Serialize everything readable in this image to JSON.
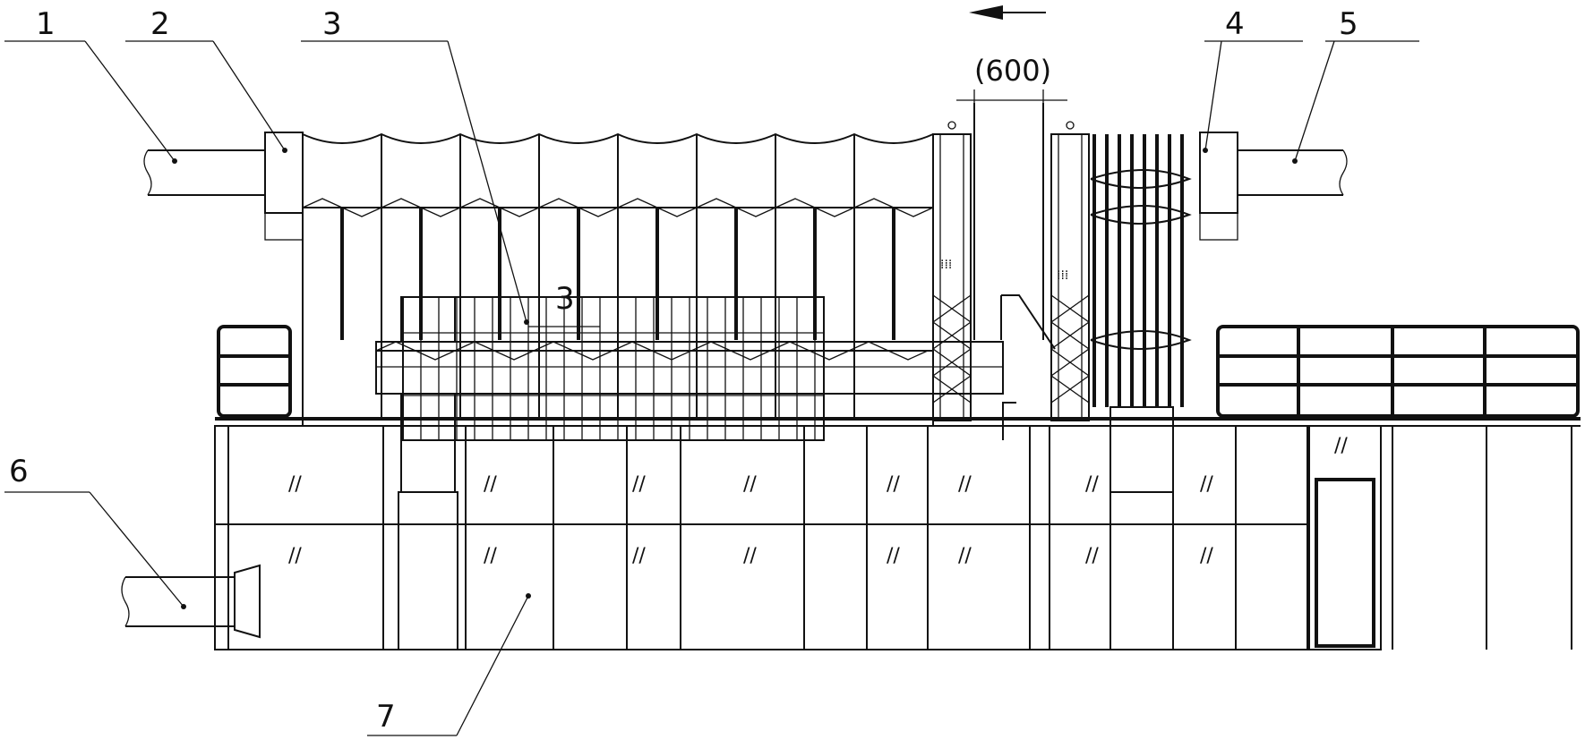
{
  "labels": {
    "l1": "1",
    "l2": "2",
    "l3": "3",
    "l4": "4",
    "l5": "5",
    "l6": "6",
    "l7": "7",
    "l3_inner": "3"
  },
  "dimension": {
    "value": "(600)"
  },
  "direction": {
    "arrow": "left-arrow-icon"
  },
  "colors": {
    "line": "#111111",
    "background": "#ffffff"
  }
}
